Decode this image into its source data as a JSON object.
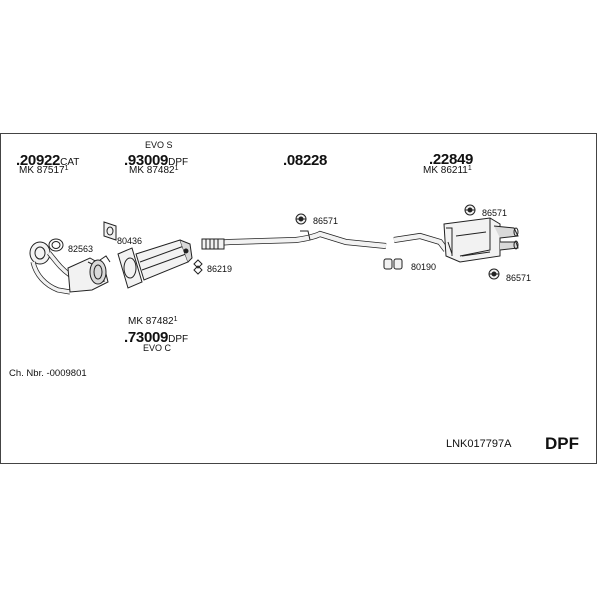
{
  "groups": [
    {
      "part": ".20922",
      "suffix": "CAT",
      "mk": "MK 87517",
      "mk_sup": "1",
      "caption": ""
    },
    {
      "part": ".93009",
      "suffix": "DPF",
      "mk": "MK 87482",
      "mk_sup": "1",
      "caption": "EVO S"
    },
    {
      "part": ".08228",
      "suffix": "",
      "mk": "",
      "mk_sup": "",
      "caption": ""
    },
    {
      "part": ".22849",
      "suffix": "",
      "mk": "MK 86211",
      "mk_sup": "1",
      "caption": ""
    }
  ],
  "alt_group": {
    "mk": "MK 87482",
    "mk_sup": "1",
    "part": ".73009",
    "suffix": "DPF",
    "caption": "EVO C"
  },
  "labels": {
    "l82563": "82563",
    "l80436": "80436",
    "l86219": "86219",
    "l86571a": "86571",
    "l80190": "80190",
    "l86571b": "86571",
    "l86571c": "86571"
  },
  "chassis": "Ch. Nbr. -0009801",
  "kit_code": "LNK017797A",
  "type_badge": "DPF",
  "colors": {
    "line": "#222222",
    "part_fill": "#f2f2f2",
    "shade": "#bdbdbd"
  }
}
